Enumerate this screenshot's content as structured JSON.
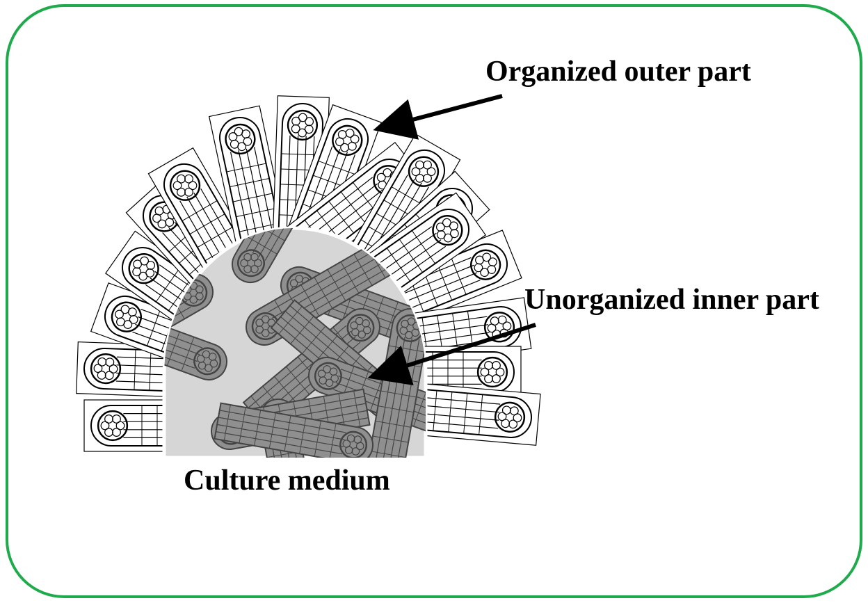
{
  "labels": {
    "organized_outer": "Organized outer part",
    "unorganized_inner": "Unorganized inner part",
    "culture_medium": "Culture medium"
  },
  "colors": {
    "frame": "#1faa4b",
    "medium_fill": "#d6d6d6",
    "ink": "#000000",
    "inner_cell": "#8f8f8f"
  }
}
